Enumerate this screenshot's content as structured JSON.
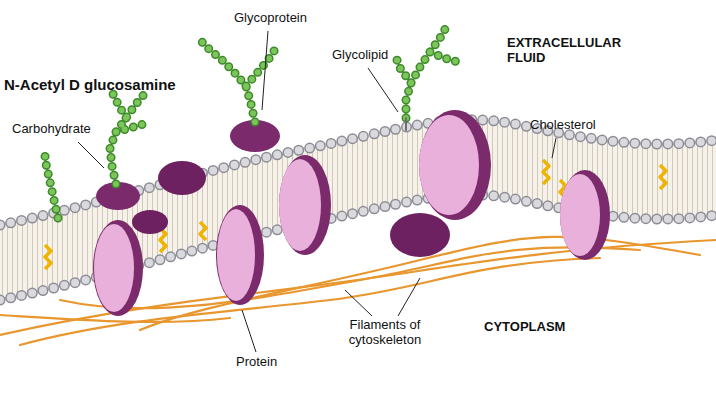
{
  "diagram": {
    "labels": [
      "N-Acetyl D glucosamine",
      "Carbohydrate",
      "Glycoprotein",
      "Glycolipid",
      "EXTRACELLULAR FLUID",
      "Cholesterol",
      "Protein",
      "Filaments of cytoskeleton",
      "CYTOPLASM"
    ]
  }
}
